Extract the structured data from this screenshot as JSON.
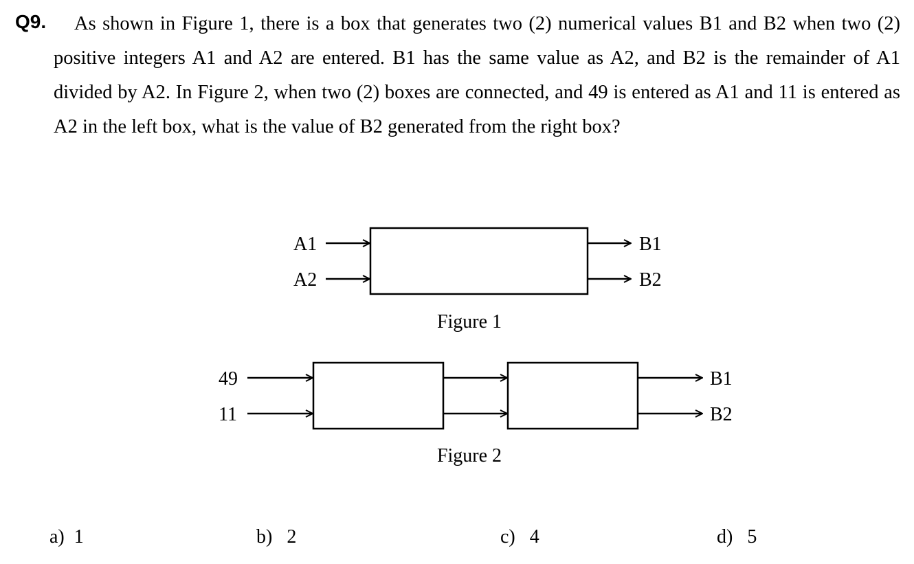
{
  "question": {
    "number": "Q9.",
    "text": "As shown in Figure 1, there is a box that generates two (2) numerical values B1 and B2 when two (2) positive integers A1 and A2 are entered. B1 has the same value as A2, and B2 is the remainder of A1 divided by A2. In Figure 2, when two (2) boxes are connected, and 49 is entered as A1 and 11 is entered as A2 in the left box, what is the value of B2 generated from the right box?"
  },
  "figure1": {
    "inputs": [
      "A1",
      "A2"
    ],
    "outputs": [
      "B1",
      "B2"
    ],
    "caption": "Figure 1"
  },
  "figure2": {
    "inputs": [
      "49",
      "11"
    ],
    "outputs": [
      "B1",
      "B2"
    ],
    "caption": "Figure 2"
  },
  "options": [
    {
      "label": "a)",
      "value": "1"
    },
    {
      "label": "b)",
      "value": "2"
    },
    {
      "label": "c)",
      "value": "4"
    },
    {
      "label": "d)",
      "value": "5"
    }
  ]
}
